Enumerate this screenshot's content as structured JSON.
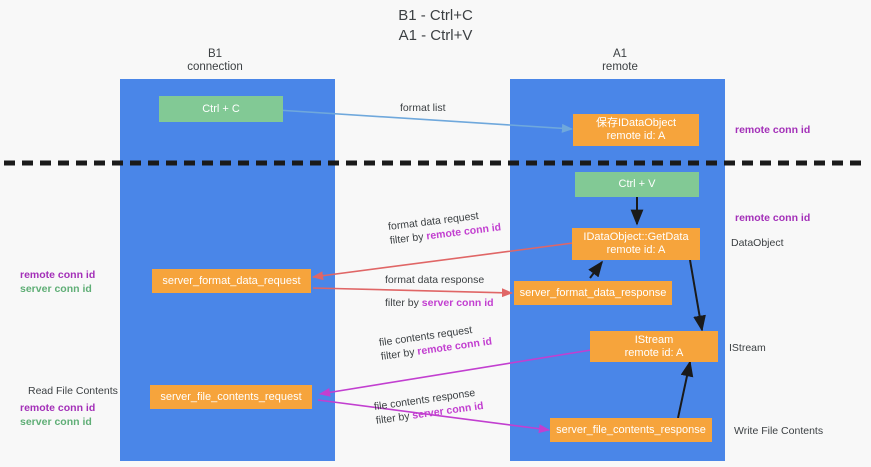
{
  "title": {
    "line1": "B1 - Ctrl+C",
    "line2": "A1 - Ctrl+V"
  },
  "columns": [
    {
      "id": "b1",
      "name": "B1",
      "role": "connection"
    },
    {
      "id": "a1",
      "name": "A1",
      "role": "remote"
    }
  ],
  "colors": {
    "lane": "#4a86e8",
    "node_orange": "#f6a43c",
    "node_green": "#82c995",
    "remote_conn_id": "#a32fb8",
    "server_conn_id": "#5fae76",
    "arrow_format_list": "#6fa8dc",
    "arrow_format_data": "#e06666",
    "arrow_file_contents": "#c23fd0",
    "arrow_black": "#1a1a1a",
    "divider": "#1a1a1a",
    "background": "#f8f8f8"
  },
  "nodes": [
    {
      "id": "ctrl-c",
      "label_1": "Ctrl + C",
      "label_2": "",
      "style": "green"
    },
    {
      "id": "save-idataobject",
      "label_1": "保存IDataObject",
      "label_2": "remote id: A",
      "style": "orange"
    },
    {
      "id": "ctrl-v",
      "label_1": "Ctrl + V",
      "label_2": "",
      "style": "green"
    },
    {
      "id": "idataobject-getdata",
      "label_1": "IDataObject::GetData",
      "label_2": "remote id: A",
      "style": "orange"
    },
    {
      "id": "server-format-data-request",
      "label_1": "server_format_data_request",
      "label_2": "",
      "style": "orange"
    },
    {
      "id": "server-format-data-response",
      "label_1": "server_format_data_response",
      "label_2": "",
      "style": "orange"
    },
    {
      "id": "istream",
      "label_1": "IStream",
      "label_2": "remote id: A",
      "style": "orange"
    },
    {
      "id": "server-file-contents-request",
      "label_1": "server_file_contents_request",
      "label_2": "",
      "style": "orange"
    },
    {
      "id": "server-file-contents-response",
      "label_1": "server_file_contents_response",
      "label_2": "",
      "style": "orange"
    }
  ],
  "edge_labels": [
    {
      "id": "format-list",
      "text": "format list",
      "filter_prefix": "",
      "filter_key": ""
    },
    {
      "id": "format-data-request",
      "text": "format data request",
      "filter_prefix": "filter by ",
      "filter_key": "remote conn id"
    },
    {
      "id": "format-data-response",
      "text": "format data response",
      "filter_prefix": "filter by ",
      "filter_key": "server conn id"
    },
    {
      "id": "file-contents-request",
      "text": "file contents request",
      "filter_prefix": "filter by ",
      "filter_key": "remote conn id"
    },
    {
      "id": "file-contents-response",
      "text": "file contents response",
      "filter_prefix": "filter by ",
      "filter_key": "server conn id"
    }
  ],
  "side_labels": {
    "right": [
      {
        "id": "right-remote-conn-id-top",
        "text": "remote conn id",
        "style": "remote"
      },
      {
        "id": "right-remote-conn-id-mid",
        "text": "remote conn id",
        "style": "remote"
      },
      {
        "id": "right-dataobject",
        "text": "DataObject",
        "style": "plain"
      },
      {
        "id": "right-istream",
        "text": "IStream",
        "style": "plain"
      },
      {
        "id": "right-write-file-contents",
        "text": "Write File Contents",
        "style": "plain"
      }
    ],
    "left": [
      {
        "id": "left-remote-conn-id-mid",
        "text": "remote conn id",
        "style": "remote"
      },
      {
        "id": "left-server-conn-id-mid",
        "text": "server conn id",
        "style": "server"
      },
      {
        "id": "left-read-file-contents",
        "text": "Read File Contents",
        "style": "plain"
      },
      {
        "id": "left-remote-conn-id-bot",
        "text": "remote conn id",
        "style": "remote"
      },
      {
        "id": "left-server-conn-id-bot",
        "text": "server conn id",
        "style": "server"
      }
    ]
  }
}
